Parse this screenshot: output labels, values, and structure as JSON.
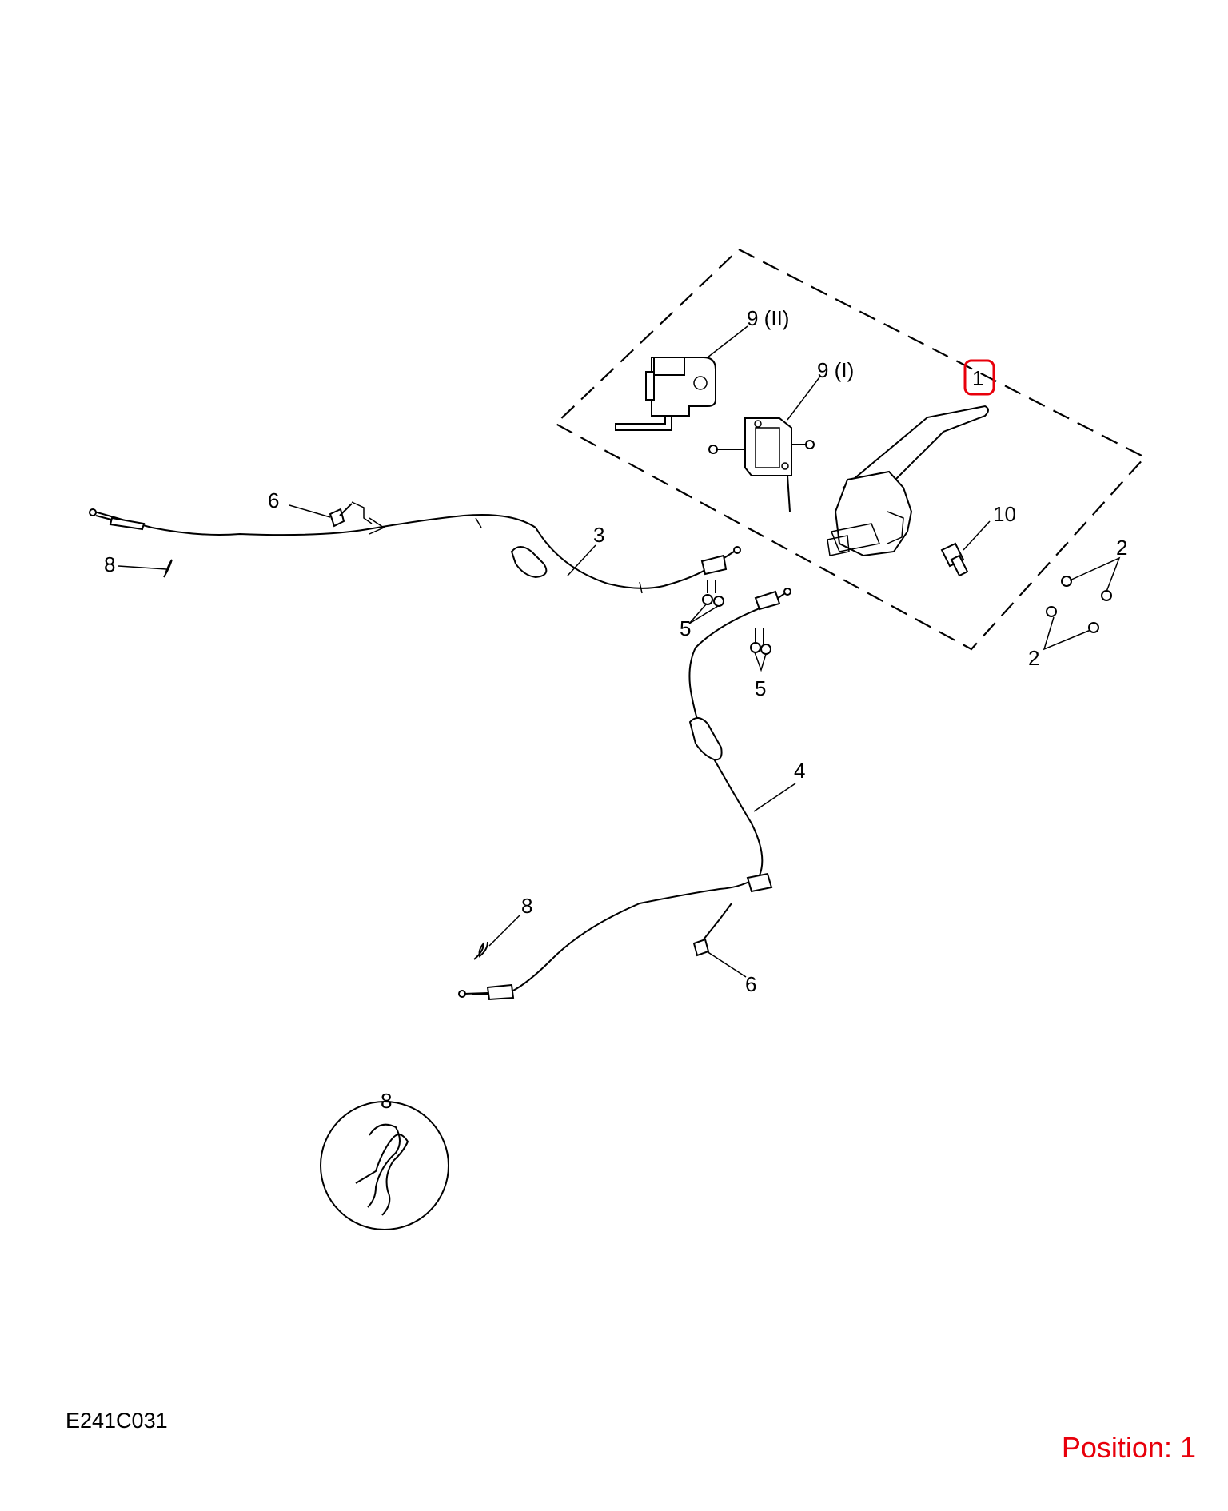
{
  "diagram": {
    "id": "E241C031",
    "position_label": "Position:",
    "position_value": "1",
    "highlight_color": "#e8000b",
    "callouts": {
      "part_1": "1",
      "part_2_upper": "2",
      "part_2_lower": "2",
      "part_3": "3",
      "part_4": "4",
      "part_5_left": "5",
      "part_5_right": "5",
      "part_6_upper": "6",
      "part_6_lower": "6",
      "part_8_left": "8",
      "part_8_mid": "8",
      "part_8_detail": "8",
      "part_9_i": "9 (I)",
      "part_9_ii": "9 (II)",
      "part_10": "10"
    }
  }
}
